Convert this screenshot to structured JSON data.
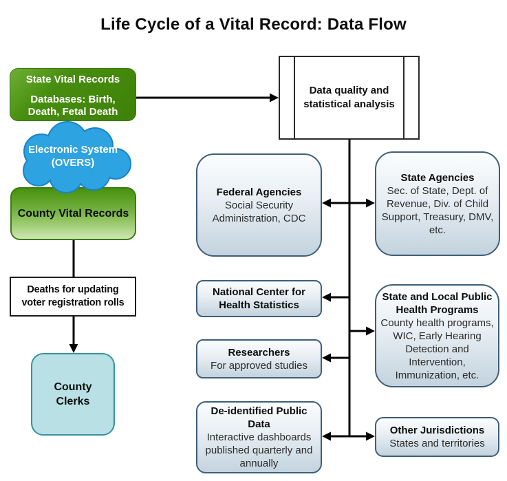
{
  "title": "Life Cycle of a Vital Record: Data Flow",
  "left_flow": {
    "state_vital_records": {
      "title": "State Vital Records",
      "body": "Databases: Birth,\nDeath, Fetal Death"
    },
    "electronic_system": {
      "label": "Electronic System\n(OVERS)"
    },
    "county_vital_records": {
      "title": "County Vital Records"
    },
    "deaths_note": {
      "label": "Deaths for updating\nvoter registration rolls"
    },
    "county_clerks": {
      "label": "County\nClerks"
    }
  },
  "process_box": {
    "label": "Data quality and\nstatistical analysis"
  },
  "recipients_left": [
    {
      "title": "Federal Agencies",
      "body": "Social Security Administration, CDC"
    },
    {
      "title": "National Center for\nHealth Statistics",
      "body": ""
    },
    {
      "title": "Researchers",
      "body": "For approved studies"
    },
    {
      "title": "De-identified Public\nData",
      "body": "Interactive dashboards published quarterly and annually"
    }
  ],
  "recipients_right": [
    {
      "title": "State Agencies",
      "body": "Sec. of State, Dept. of Revenue, Div. of Child Support, Treasury, DMV, etc."
    },
    {
      "title": "State and Local Public\nHealth Programs",
      "body": "County health programs, WIC, Early Hearing Detection and Intervention, Immunization, etc."
    },
    {
      "title": "Other Jurisdictions",
      "body": "States and territories"
    }
  ],
  "colors": {
    "green_dark": "#478d0f",
    "green_light": "#cfe7b5",
    "cloud_fill": "#2ea3e2",
    "cloud_border": "#1a83c6",
    "teal_fill": "#b8e0e5",
    "teal_border": "#37939f",
    "node_border": "#3f5e78",
    "node_fill_bottom": "#c3d3de",
    "arrow": "#000000"
  }
}
